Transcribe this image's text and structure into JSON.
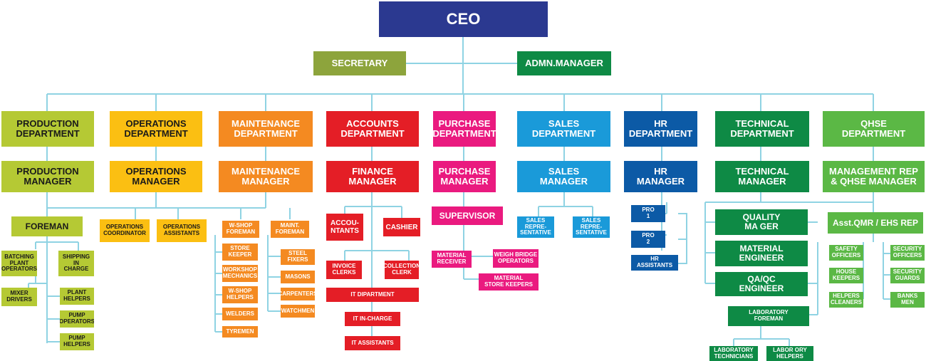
{
  "top": {
    "ceo": "CEO",
    "secretary": "SECRETARY",
    "admin_manager": "ADMN.MANAGER"
  },
  "departments": {
    "production": {
      "dept": "PRODUCTION\nDEPARTMENT",
      "manager": "PRODUCTION\nMANAGER",
      "color": "#b5c934",
      "foreman": "FOREMAN",
      "staff": [
        "BATCHING\nPLANT\nOPERATORS",
        "SHIPPING\nIN\nCHARGE",
        "MIXER\nDRIVERS",
        "PLANT\nHELPERS",
        "PUMP\nOPERATORS",
        "PUMP\nHELPERS"
      ]
    },
    "operations": {
      "dept": "OPERATIONS\nDEPARTMENT",
      "manager": "OPERATIONS\nMANAGER",
      "color": "#fbbf12",
      "staff": [
        "OPERATIONS\nCOORDINATOR",
        "OPERATIONS\nASSISTANTS"
      ]
    },
    "maintenance": {
      "dept": "MAINTENANCE\nDEPARTMENT",
      "manager": "MAINTENANCE\nMANAGER",
      "color": "#f48a21",
      "left": [
        "W-SHOP\nFOREMAN",
        "STORE\nKEEPER",
        "WORKSHOP\nMECHANICS",
        "W-SHOP\nHELPERS",
        "WELDERS",
        "TYREMEN"
      ],
      "right": [
        "MAINT.\nFOREMAN",
        "STEEL\nFIXERS",
        "MASONS",
        "CARPENTERS",
        "WATCHMEN"
      ]
    },
    "accounts": {
      "dept": "ACCOUNTS\nDEPARTMENT",
      "manager": "FINANCE\nMANAGER",
      "color": "#e41e26",
      "accountants": "ACCOU-\nNTANTS",
      "cashier": "CASHIER",
      "invoice": "INVOICE\nCLERKS",
      "collection": "COLLECTION\nCLERK",
      "it_department": "IT DIPARTMENT",
      "it_incharge": "IT IN-CHARGE",
      "it_assistants": "IT ASSISTANTS"
    },
    "purchase": {
      "dept": "PURCHASE\nDEPARTMENT",
      "manager": "PURCHASE\nMANAGER",
      "color": "#ea1a7f",
      "supervisor": "SUPERVISOR",
      "material_receiver": "MATERIAL\nRECEIVER",
      "weigh_bridge": "WEIGH BRIDGE\nOPERATORS",
      "store_keepers": "MATERIAL\nSTORE KEEPERS"
    },
    "sales": {
      "dept": "SALES\nDEPARTMENT",
      "manager": "SALES\nMANAGER",
      "color": "#1a9ad9",
      "rep1": "SALES\nREPRE-\nSENTATIVE",
      "rep2": "SALES\nREPRE-\nSENTATIVE"
    },
    "hr": {
      "dept": "HR\nDEPARTMENT",
      "manager": "HR\nMANAGER",
      "color": "#0c5aa6",
      "pro1": "PRO\n1",
      "pro2": "PRO\n2",
      "assistants": "HR\nASSISTANTS"
    },
    "technical": {
      "dept": "TECHNICAL\nDEPARTMENT",
      "manager": "TECHNICAL\nMANAGER",
      "color": "#0e8a45",
      "quality": "QUALITY\nMA    GER",
      "material": "MATERIAL\nENGINEER",
      "qaqc": "QA/QC\nENGINEER",
      "lab_foreman": "LABORATORY\nFOREMAN",
      "lab_tech": "LABORATORY\nTECHNICIANS",
      "lab_helpers": "LABOR    ORY\nHELPERS"
    },
    "qhse": {
      "dept": "QHSE\nDEPARTMENT",
      "manager": "MANAGEMENT REP\n& QHSE MANAGER",
      "color": "#5bb845",
      "ehs": "Asst.QMR / EHS REP",
      "left": [
        "SAFETY\nOFFICERS",
        "HOUSE\nKEEPERS",
        "HELPERS\nCLEANERS"
      ],
      "right": [
        "SECURITY\nOFFICERS",
        "SECURITY\nGUARDS",
        "BANKS\nMEN"
      ]
    }
  },
  "colors": {
    "ceo": "#2b3990",
    "secretary": "#8da43c",
    "admin": "#0e8a45",
    "line": "#8fd3e3"
  }
}
